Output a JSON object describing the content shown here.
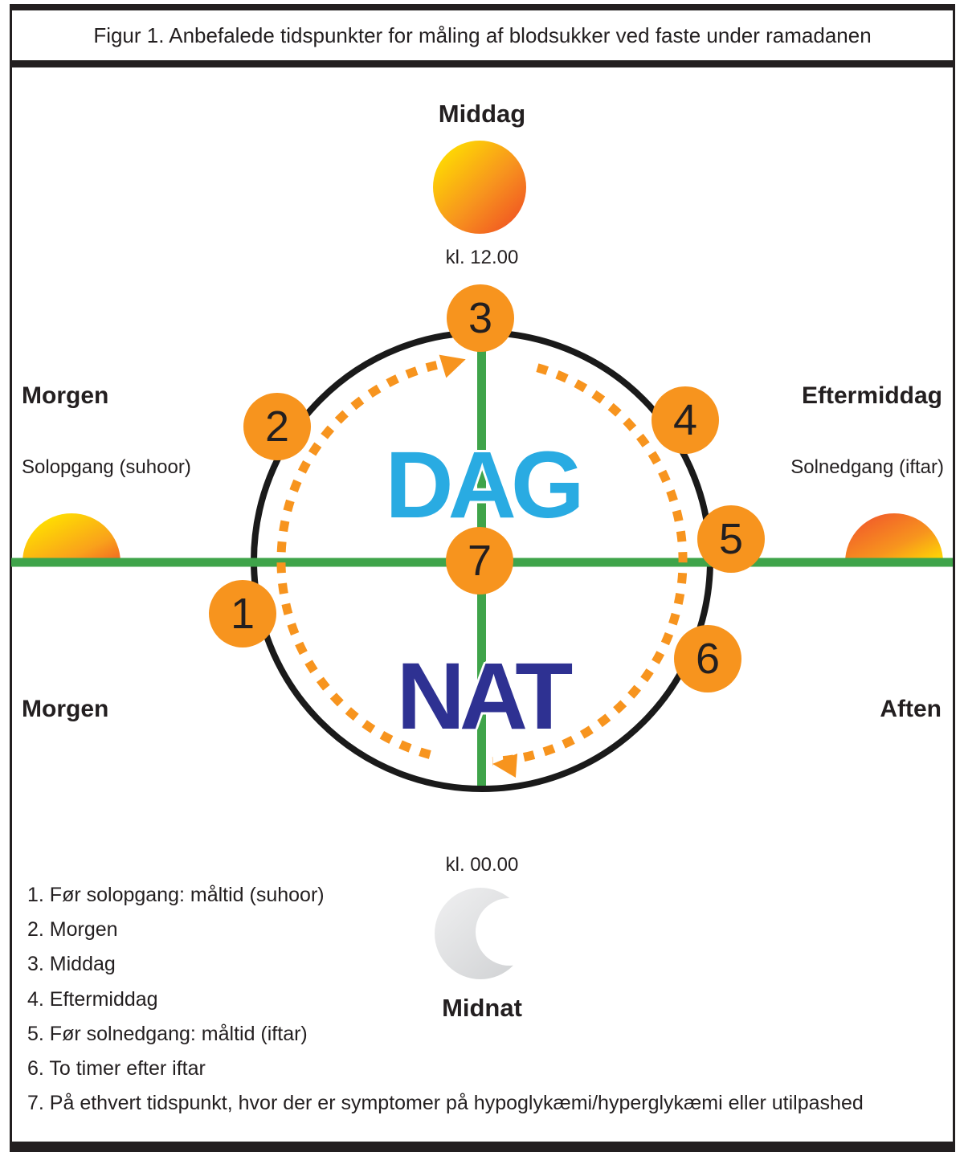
{
  "figure": {
    "title": "Figur 1. Anbefalede tidspunkter for måling af blodsukker ved faste under ramadanen"
  },
  "clock": {
    "noon_label": "Middag",
    "noon_time": "kl. 12.00",
    "morning_upper_label": "Morgen",
    "sunrise_label": "Solopgang (suhoor)",
    "afternoon_label": "Eftermiddag",
    "sunset_label": "Solnedgang (iftar)",
    "morning_lower_label": "Morgen",
    "evening_label": "Aften",
    "day_label": "DAG",
    "night_label": "NAT",
    "midnight_time": "kl. 00.00",
    "midnight_label": "Midnat",
    "markers": [
      "1",
      "2",
      "3",
      "4",
      "5",
      "6",
      "7"
    ]
  },
  "legend": {
    "items": [
      "1. Før solopgang: måltid (suhoor)",
      "2. Morgen",
      "3. Middag",
      "4. Eftermiddag",
      "5. Før solnedgang: måltid (iftar)",
      "6. To timer efter iftar",
      "7. På ethvert tidspunkt, hvor der er symptomer på hypoglykæmi/hyperglykæmi eller utilpashed"
    ]
  },
  "icons": {
    "noon_sun": "sun-icon",
    "sunrise": "sunrise-half-sun-icon",
    "sunset": "sunset-half-sun-icon",
    "midnight_moon": "crescent-moon-icon"
  },
  "colors": {
    "orange": "#F7941E",
    "green": "#3FA44A",
    "day_blue": "#29ABE2",
    "night_navy": "#2E3192",
    "ink": "#231F20"
  }
}
